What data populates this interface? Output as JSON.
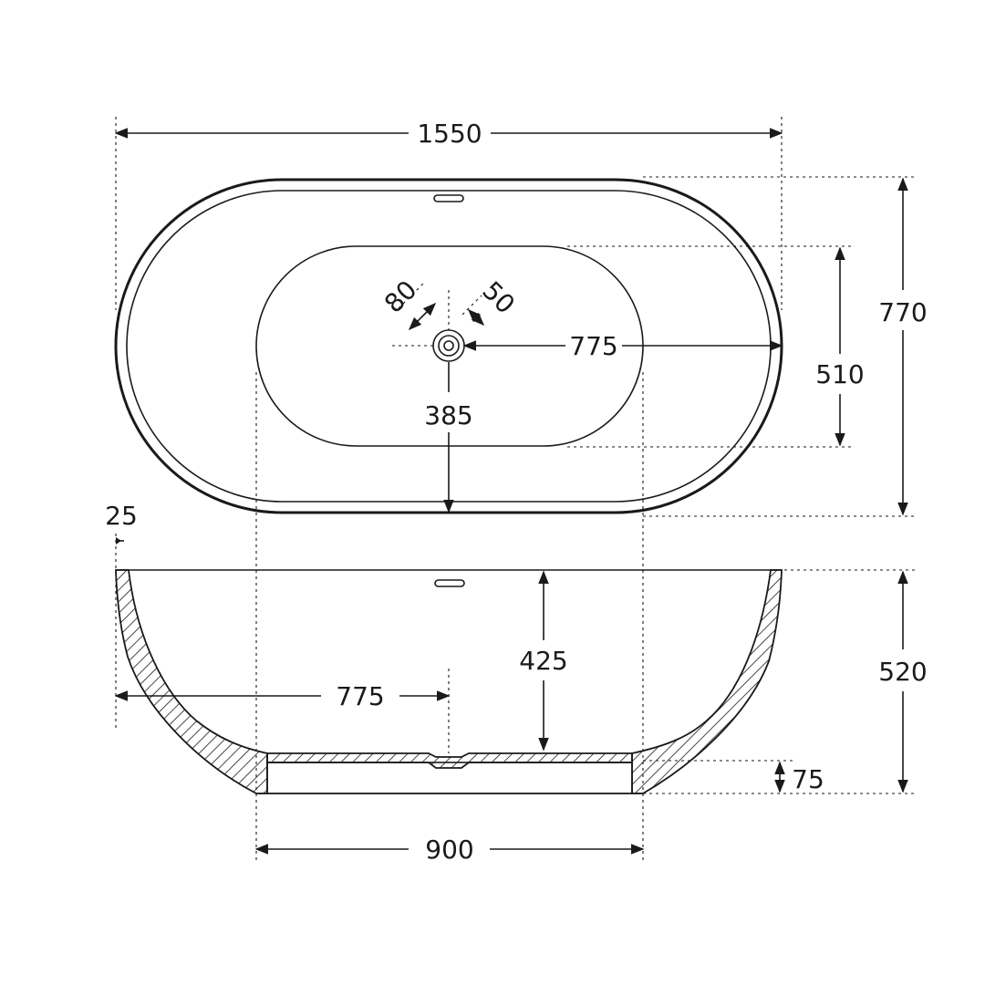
{
  "drawing": {
    "dimensions": {
      "overall_length": "1550",
      "overall_width": "770",
      "inner_width": "510",
      "waste_to_end": "775",
      "waste_to_side": "385",
      "waste_offset_a": "80",
      "waste_offset_b": "50",
      "rim_thickness": "25",
      "inner_depth": "425",
      "overall_height": "520",
      "waste_to_end_side": "775",
      "base_height": "75",
      "base_length": "900"
    },
    "colors": {
      "line": "#1a1a1a",
      "background": "#ffffff"
    }
  }
}
